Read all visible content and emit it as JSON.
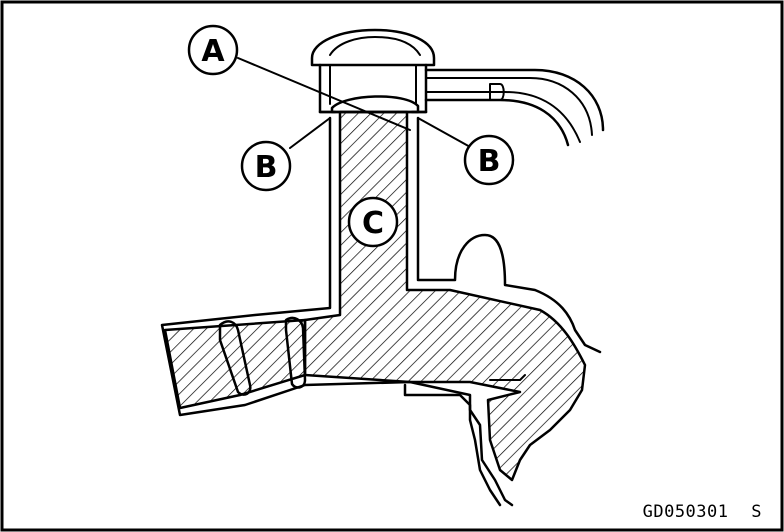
{
  "figure": {
    "code": "GD050301",
    "suffix": "S"
  },
  "callouts": [
    {
      "id": "A",
      "label": "A"
    },
    {
      "id": "B-left",
      "label": "B"
    },
    {
      "id": "B-right",
      "label": "B"
    },
    {
      "id": "C",
      "label": "C"
    }
  ],
  "colors": {
    "line": "#000000",
    "background": "#ffffff"
  }
}
